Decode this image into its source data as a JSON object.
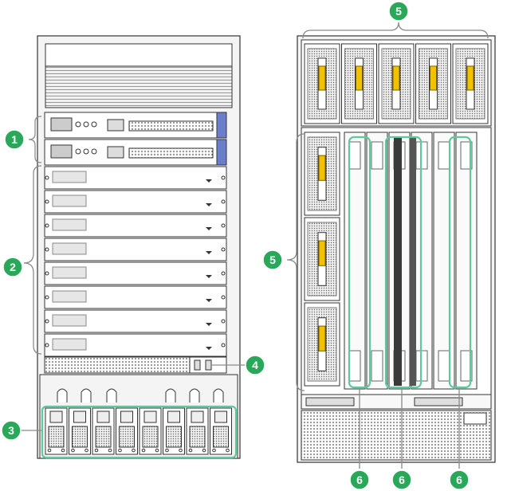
{
  "colors": {
    "callout": "#2aa85a",
    "bracket": "#8a8a8a",
    "highlight": "#5ec99a",
    "chassis": "#f4f4f4",
    "outline": "#333333",
    "fan_handle": "#f2c200",
    "mpu_accent": "#6b7ecb"
  },
  "front_view": {
    "mpu_count": 2,
    "lpu_slot_count": 8,
    "power_supply_count": 8
  },
  "rear_view": {
    "fan_tray_top_count": 5,
    "fan_tray_side_count": 3,
    "switch_fabric_slots": 6,
    "highlighted_fabric_slots": 3
  },
  "callouts": [
    {
      "label": "1",
      "icon": "callout-circle"
    },
    {
      "label": "2",
      "icon": "callout-circle"
    },
    {
      "label": "3",
      "icon": "callout-circle"
    },
    {
      "label": "4",
      "icon": "callout-circle"
    },
    {
      "label": "5",
      "icon": "callout-circle"
    },
    {
      "label": "5",
      "icon": "callout-circle"
    },
    {
      "label": "6",
      "icon": "callout-circle"
    },
    {
      "label": "6",
      "icon": "callout-circle"
    },
    {
      "label": "6",
      "icon": "callout-circle"
    }
  ]
}
